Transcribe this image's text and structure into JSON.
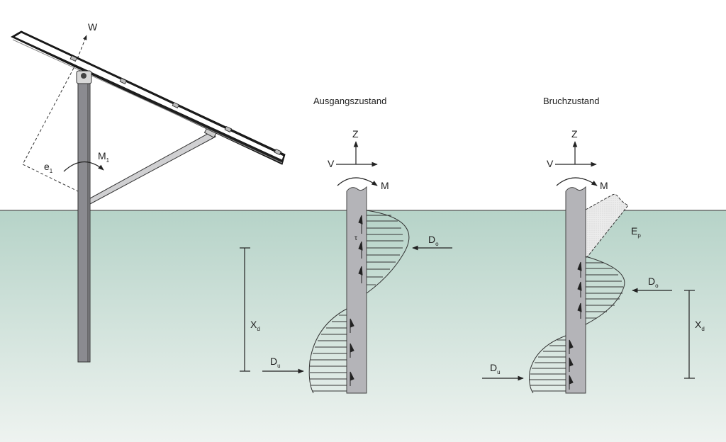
{
  "diagram": {
    "colors": {
      "ground_top": "#b6d3c8",
      "ground_bottom": "#eef3f0",
      "pile": "#b4b4b8",
      "pile_dark": "#7a7a80",
      "outline": "#333333"
    },
    "structure": {
      "wind_label": "W",
      "eccentricity_label": "e",
      "eccentricity_sub": "1",
      "moment_label": "M",
      "moment_sub": "1"
    },
    "panel_initial": {
      "title": "Ausgangszustand",
      "axis_z": "Z",
      "axis_v": "V",
      "moment": "M",
      "tau": "τ",
      "d_top": "D",
      "d_top_sub": "o",
      "d_bottom": "D",
      "d_bottom_sub": "u",
      "depth": "X",
      "depth_sub": "d"
    },
    "panel_failure": {
      "title": "Bruchzustand",
      "axis_z": "Z",
      "axis_v": "V",
      "moment": "M",
      "earth_pressure": "E",
      "earth_pressure_sub": "p",
      "d_top": "D",
      "d_top_sub": "o",
      "d_bottom": "D",
      "d_bottom_sub": "u",
      "depth": "X",
      "depth_sub": "d"
    }
  }
}
